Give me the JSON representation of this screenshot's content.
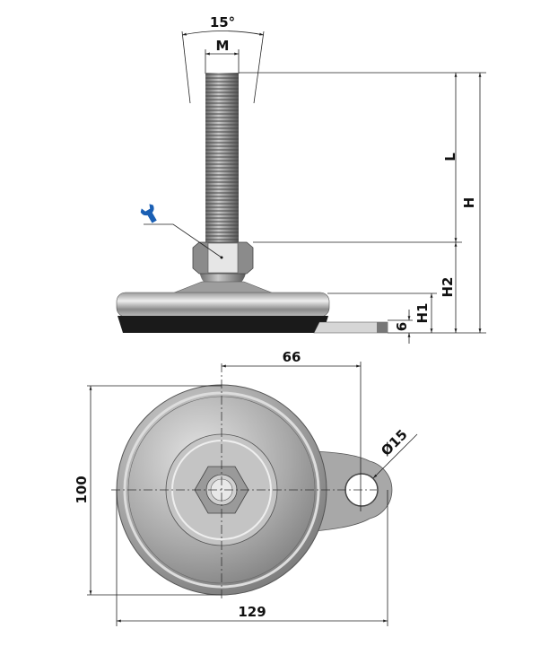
{
  "side_view": {
    "angle_label": "15°",
    "thread_label": "M",
    "length_label": "L",
    "height_label": "H",
    "height2_label": "H2",
    "height1_label": "H1",
    "plate_thickness_label": "6",
    "wrench_icon": "wrench-icon",
    "wrench_color": "#1a5fb4"
  },
  "top_view": {
    "hole_offset_label": "66",
    "diameter_label": "100",
    "total_length_label": "129",
    "hole_diameter_label": "Ø15"
  }
}
